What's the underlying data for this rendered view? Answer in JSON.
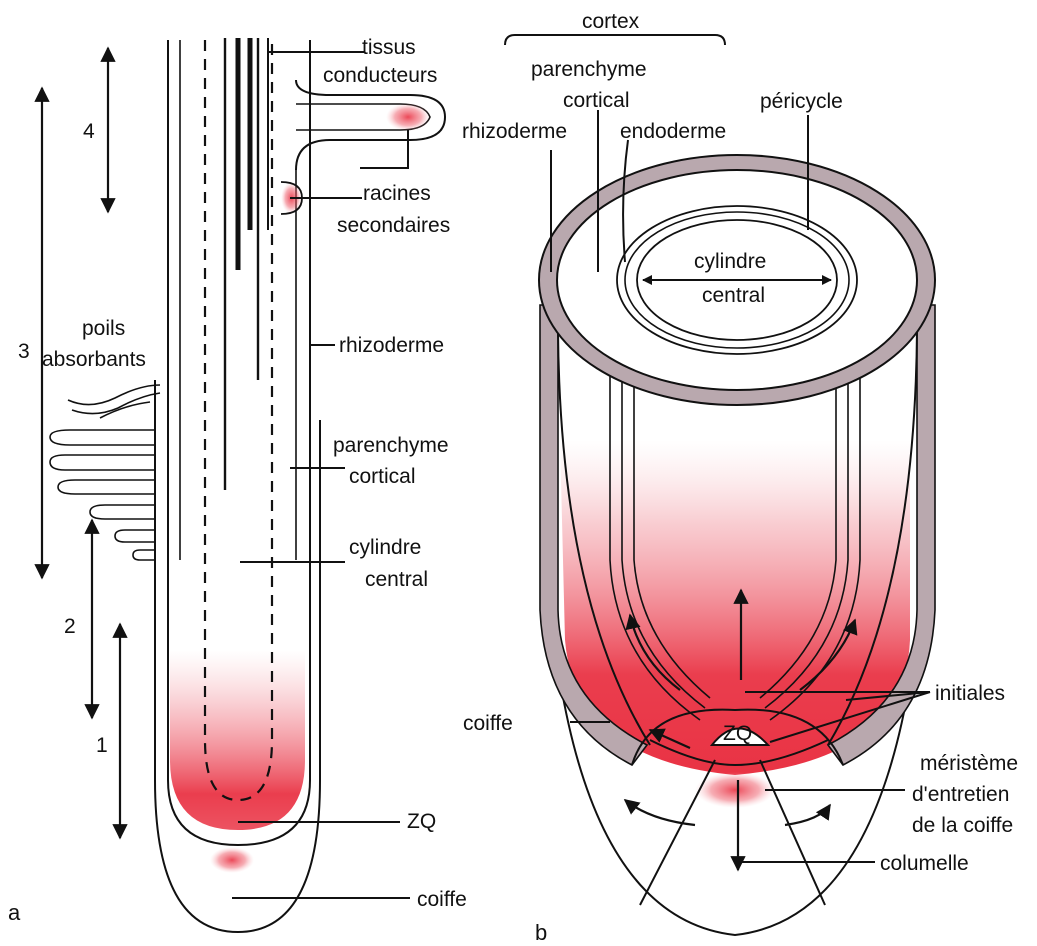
{
  "panel_a": {
    "letter": "a",
    "zones": {
      "z1": "1",
      "z2": "2",
      "z3": "3",
      "z4": "4"
    },
    "labels": {
      "tissus": "tissus",
      "conducteurs": "conducteurs",
      "racines": "racines",
      "secondaires": "secondaires",
      "poils": "poils",
      "absorbants": "absorbants",
      "rhizoderme": "rhizoderme",
      "parenchyme": "parenchyme",
      "cortical": "cortical",
      "cylindre": "cylindre",
      "central": "central",
      "zq": "ZQ",
      "coiffe": "coiffe"
    }
  },
  "panel_b": {
    "letter": "b",
    "labels": {
      "cortex": "cortex",
      "parenchyme": "parenchyme",
      "cortical": "cortical",
      "rhizoderme": "rhizoderme",
      "endoderme": "endoderme",
      "pericycle": "péricycle",
      "cylindre": "cylindre",
      "central": "central",
      "initiales": "initiales",
      "zq": "ZQ",
      "coiffe": "coiffe",
      "meristeme": "méristème",
      "dentretien": "d'entretien",
      "delacoiffe": "de la coiffe",
      "columelle": "columelle"
    }
  },
  "colors": {
    "red": "#e8283a",
    "gray": "#b9a8ae",
    "ink": "#111111"
  }
}
